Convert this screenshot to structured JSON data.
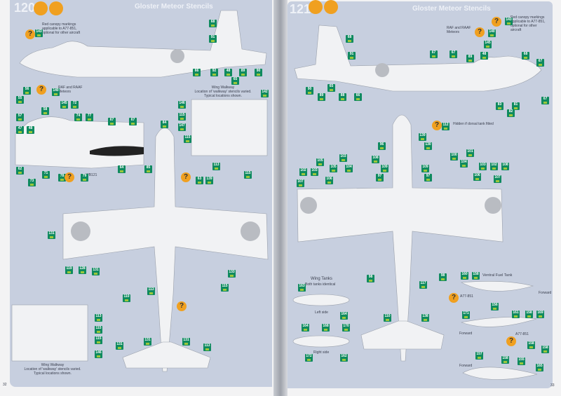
{
  "left_page": {
    "step": "120",
    "title": "Gloster Meteor Stencils",
    "page_number": "32",
    "notes": {
      "red_canopy": "Red canopy markings applicable to A77-851, optional for other aircraft",
      "raf_raaf": "RAF and RAAF Meteors",
      "serial": "WB121",
      "walkway_top": "Wing Walkway",
      "walkway_top_sub": "Location of 'walkway' stencils varied. Typical locations shown.",
      "walkway_bottom": "Wing Walkway",
      "walkway_bottom_sub": "Location of 'walkway' stencils varied. Typical locations shown."
    },
    "badges": [
      "68",
      "91",
      "66",
      "92",
      "48",
      "65",
      "89",
      "90",
      "143",
      "142",
      "56",
      "140",
      "55",
      "58",
      "145",
      "72",
      "57",
      "74",
      "77",
      "67",
      "67",
      "47",
      "48",
      "84",
      "62",
      "71",
      "73",
      "78",
      "79",
      "64",
      "85",
      "146",
      "115",
      "147",
      "115",
      "113",
      "115",
      "63",
      "139",
      "131",
      "119",
      "128",
      "131",
      "133",
      "113",
      "110",
      "115",
      "113",
      "115",
      "146",
      "115",
      "131",
      "131",
      "131",
      "113"
    ]
  },
  "right_page": {
    "step": "121",
    "title": "Gloster Meteor Stencils",
    "page_number": "33",
    "notes": {
      "red_canopy": "Red canopy markings applicable to A77-851, optional for other aircraft",
      "raf_raaf": "RAF and RAAF Meteors",
      "dorsal": "Hidden if dorsal tank fitted",
      "wing_tanks": "Wing Tanks",
      "wing_tanks_sub": "Both tanks identical",
      "left_side": "Left side",
      "right_side": "Right side",
      "ventral": "Ventral Fuel Tank",
      "forward1": "Forward",
      "forward2": "Forward",
      "forward3": "Forward",
      "a77_1": "A77-851",
      "a77_2": "A77-851"
    },
    "badges": [
      "143",
      "140",
      "145",
      "68",
      "91",
      "67",
      "67",
      "89",
      "48",
      "68",
      "67",
      "90",
      "89",
      "65",
      "88",
      "66",
      "83",
      "81",
      "67",
      "112",
      "96",
      "139",
      "130",
      "103",
      "105",
      "102",
      "103",
      "105",
      "104",
      "106",
      "107",
      "108",
      "109",
      "97",
      "109",
      "97",
      "100",
      "101",
      "104",
      "103",
      "102",
      "108",
      "106",
      "107",
      "82",
      "163",
      "164",
      "164",
      "168",
      "170",
      "172",
      "162",
      "98",
      "117",
      "98",
      "110",
      "138",
      "160",
      "158",
      "156",
      "171",
      "161",
      "158",
      "169",
      "158",
      "158",
      "157",
      "158",
      "155",
      "165"
    ]
  },
  "colors": {
    "panel": "#c7cfdf",
    "badge": "#0f8a5f",
    "question": "#f0a020"
  }
}
